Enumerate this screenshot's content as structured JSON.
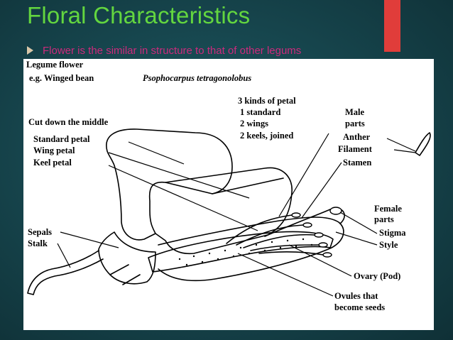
{
  "slide": {
    "title": "Floral Characteristics",
    "bullet": "Flower is the similar in structure to that of other legums",
    "title_color": "#63d63f",
    "bullet_color": "#cc2a7c",
    "accent_color": "#e03d3a"
  },
  "diagram": {
    "heading": "Legume flower",
    "example_prefix": "e.g. Winged bean",
    "example_species": "Psophocarpus tetragonolobus",
    "cut_label": "Cut down the middle",
    "left_labels": [
      "Standard petal",
      "Wing petal",
      "Keel petal"
    ],
    "petals_title": "3 kinds of petal",
    "petal_kinds": [
      "1 standard",
      "2 wings",
      "2 keels, joined"
    ],
    "male_title_1": "Male",
    "male_title_2": "parts",
    "male_parts": [
      "Anther",
      "Filament",
      "Stamen"
    ],
    "female_title_1": "Female",
    "female_title_2": "parts",
    "female_parts": [
      "Stigma",
      "Style"
    ],
    "sepals_label": "Sepals",
    "stalk_label": "Stalk",
    "ovary_label": "Ovary (Pod)",
    "ovules_label_1": "Ovules that",
    "ovules_label_2": "become seeds"
  }
}
